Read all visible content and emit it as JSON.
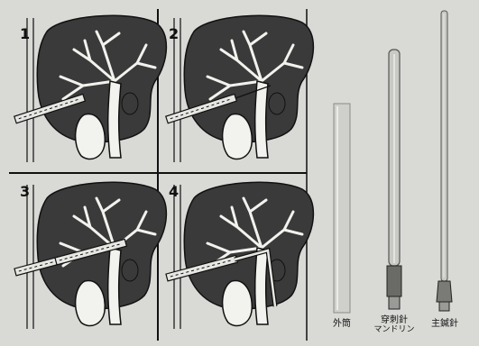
{
  "panels": [
    {
      "number": "1"
    },
    {
      "number": "2"
    },
    {
      "number": "3"
    },
    {
      "number": "4"
    }
  ],
  "instruments": [
    {
      "label": "外筒",
      "sublabel": ""
    },
    {
      "label": "穿刺針",
      "sublabel": "マンドリン"
    },
    {
      "label": "主鍼針",
      "sublabel": ""
    }
  ],
  "colors": {
    "background": "#d9d9d6",
    "ink": "#111111",
    "organ": "#3a3a3a",
    "tube": "#cfcfcb"
  }
}
